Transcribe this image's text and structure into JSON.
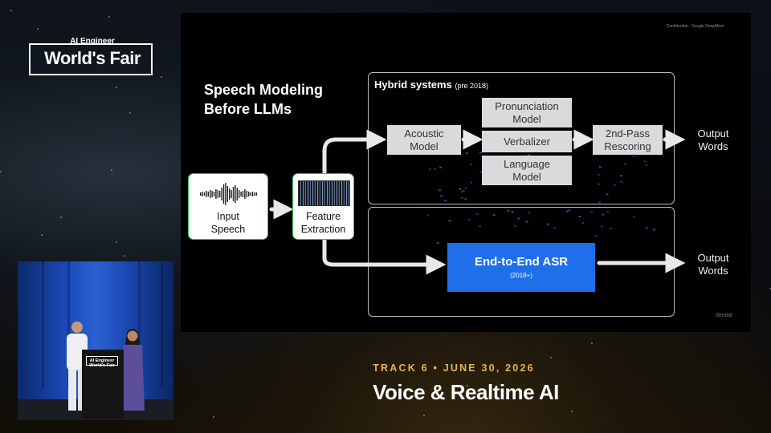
{
  "event": {
    "logo_small": "AI Engineer",
    "logo_main": "World's Fair"
  },
  "slide": {
    "confidential_top": "Confidential - Google DeepMind",
    "confidential_bottom": "dential",
    "title": "Speech Modeling\nBefore LLMs",
    "hybrid_title": "Hybrid systems",
    "hybrid_period": "(pre 2018)",
    "input": "Input\nSpeech",
    "feature": "Feature\nExtraction",
    "acoustic": "Acoustic\nModel",
    "pronunciation": "Pronunciation\nModel",
    "verbalizer": "Verbalizer",
    "language": "Language\nModel",
    "rescoring": "2nd-Pass\nRescoring",
    "output_top": "Output\nWords",
    "e2e_title": "End-to-End ASR",
    "e2e_year": "(2018+)",
    "output_bottom": "Output\nWords"
  },
  "stage": {
    "podium_logo": "AI Engineer World's Fair"
  },
  "banner": {
    "track": "TRACK 6 • JUNE 30, 2026",
    "session": "Voice & Realtime AI"
  },
  "colors": {
    "accent_blue": "#1f6feb",
    "node_gray": "#d9dadc",
    "card_border": "#3dbd56",
    "track_gold": "#e6b64a"
  }
}
